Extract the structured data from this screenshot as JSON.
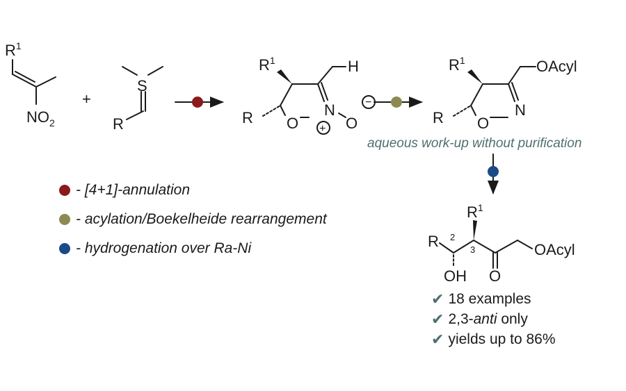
{
  "colors": {
    "annulation": "#8b1a1a",
    "acylation": "#8c8a52",
    "hydrogenation": "#1c4a86",
    "note": "#4f6f70",
    "check": "#4d6f72"
  },
  "labels": {
    "r": "R",
    "r1": "R",
    "sup1": "1",
    "no2_main": "NO",
    "no2_sub": "2",
    "plus": "+",
    "s": "S",
    "h": "H",
    "n": "N",
    "o": "O",
    "oacyl": "OAcyl",
    "oh": "OH",
    "ketone_o": "O",
    "locant2": "2",
    "locant3": "3",
    "plus_charge": "+",
    "minus_charge": "−"
  },
  "note": "aqueous work-up without purification",
  "legend": [
    {
      "text": "- [4+1]-annulation",
      "color_key": "annulation"
    },
    {
      "text": "- acylation/Boekelheide rearrangement",
      "color_key": "acylation"
    },
    {
      "text": "- hydrogenation over Ra-Ni",
      "color_key": "hydrogenation"
    }
  ],
  "results": {
    "examples": "18 examples",
    "stereo_prefix": "2,3-",
    "stereo_italic": "anti",
    "stereo_suffix": " only",
    "yields": "yields up to 86%",
    "check_glyph": "✔"
  }
}
